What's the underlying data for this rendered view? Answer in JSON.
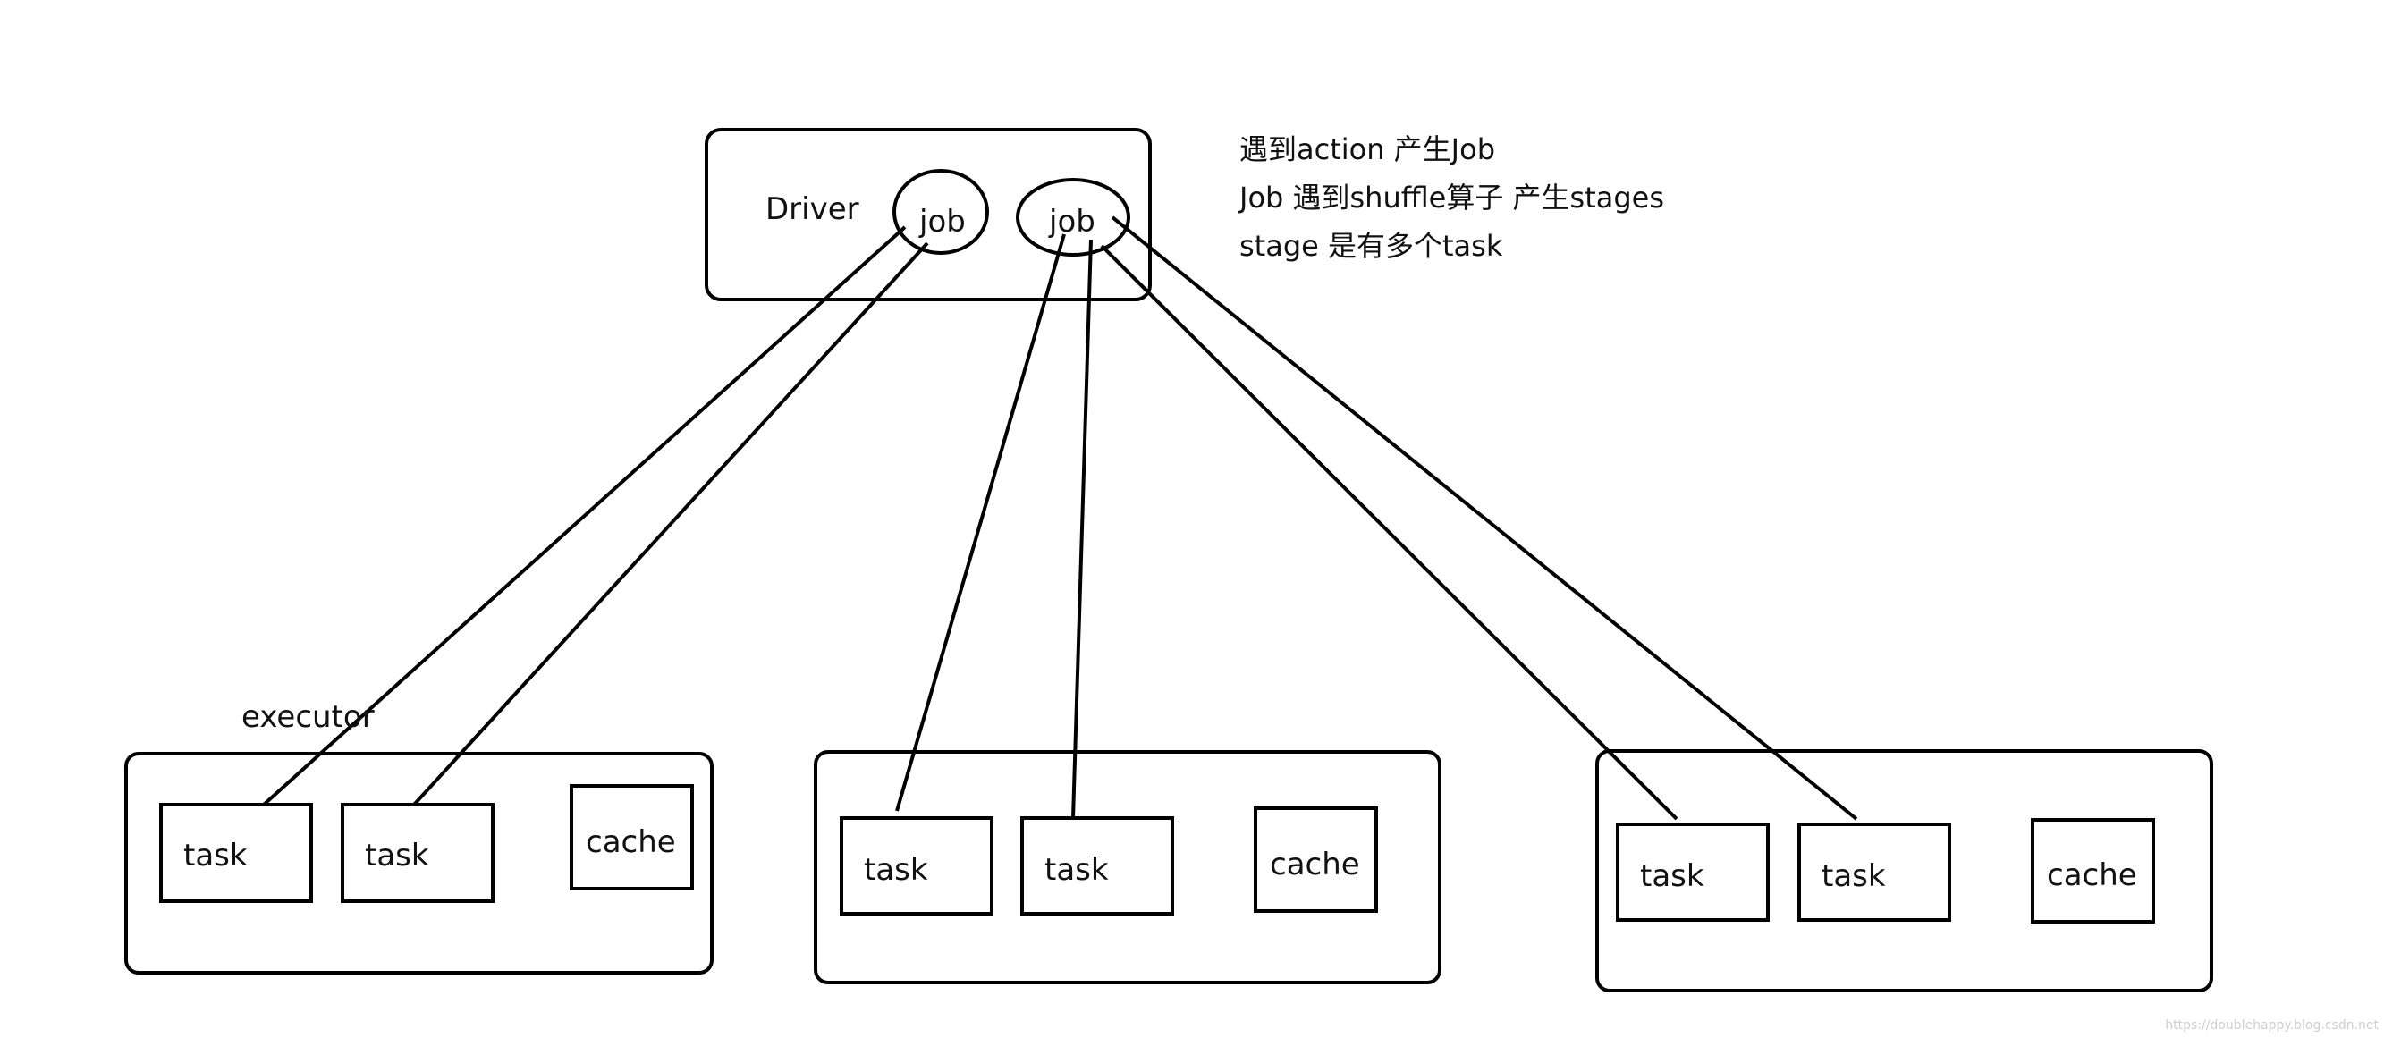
{
  "driver": {
    "label": "Driver",
    "jobs": [
      "job",
      "job"
    ]
  },
  "notes": [
    "遇到action 产生Job",
    "Job 遇到shuffle算子 产生stages",
    "stage 是有多个task"
  ],
  "executor_label": "executor",
  "executors": [
    {
      "tasks": [
        "task",
        "task"
      ],
      "cache": "cache"
    },
    {
      "tasks": [
        "task",
        "task"
      ],
      "cache": "cache"
    },
    {
      "tasks": [
        "task",
        "task"
      ],
      "cache": "cache"
    }
  ],
  "watermark": "https://doublehappy.blog.csdn.net"
}
